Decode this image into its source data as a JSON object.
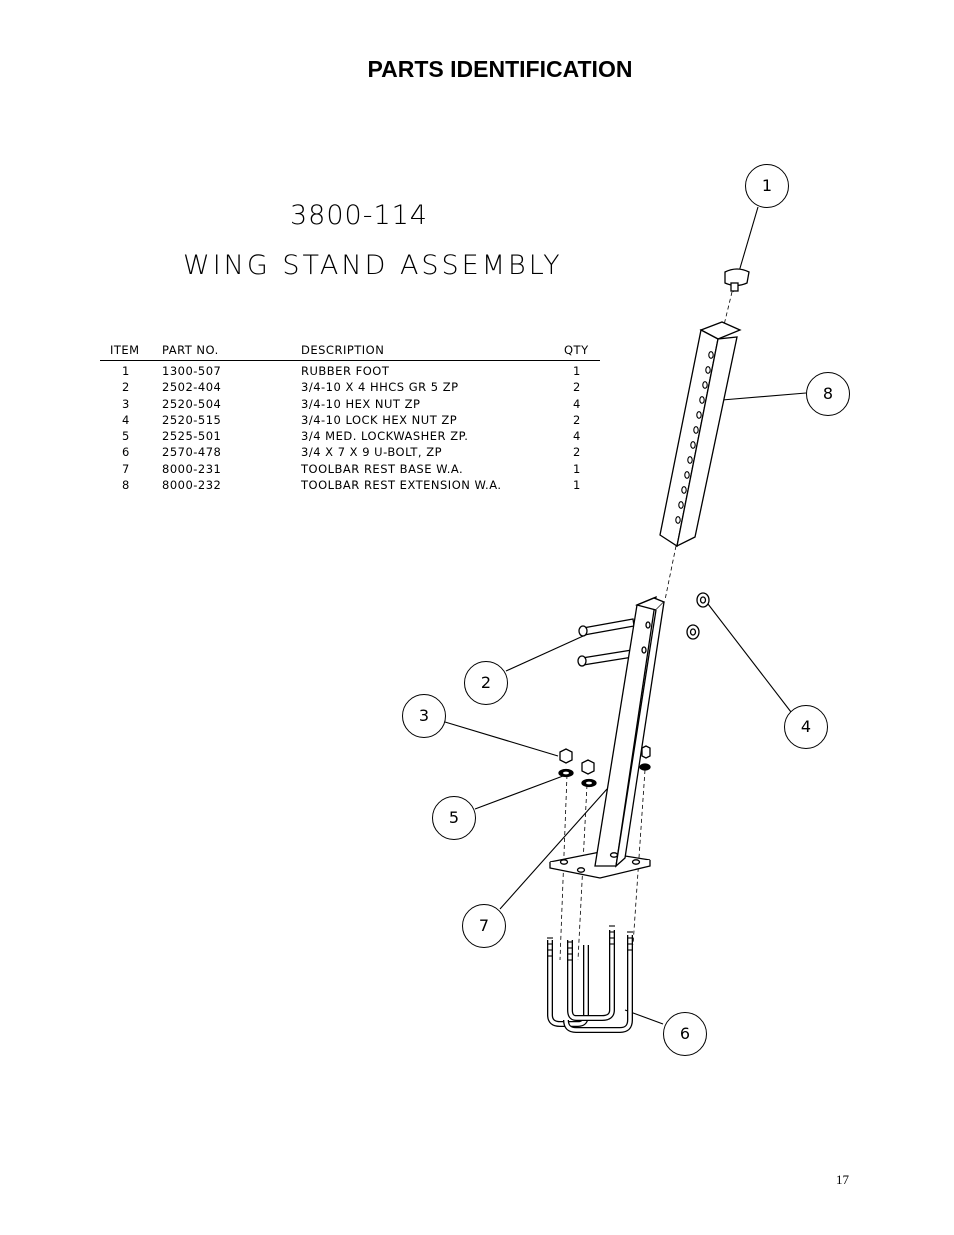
{
  "page": {
    "heading": "PARTS IDENTIFICATION",
    "page_number": "17"
  },
  "assembly": {
    "number": "3800-114",
    "name": "WING STAND ASSEMBLY"
  },
  "parts_table": {
    "headers": {
      "item": "ITEM",
      "part_no": "PART NO.",
      "description": "DESCRIPTION",
      "qty": "QTY"
    },
    "rows": [
      {
        "item": "1",
        "part_no": "1300-507",
        "description": "RUBBER FOOT",
        "qty": "1"
      },
      {
        "item": "2",
        "part_no": "2502-404",
        "description": "3/4-10 X 4 HHCS GR 5 ZP",
        "qty": "2"
      },
      {
        "item": "3",
        "part_no": "2520-504",
        "description": "3/4-10 HEX NUT ZP",
        "qty": "4"
      },
      {
        "item": "4",
        "part_no": "2520-515",
        "description": "3/4-10 LOCK HEX NUT ZP",
        "qty": "2"
      },
      {
        "item": "5",
        "part_no": "2525-501",
        "description": "3/4 MED. LOCKWASHER ZP.",
        "qty": "4"
      },
      {
        "item": "6",
        "part_no": "2570-478",
        "description": "3/4 X 7 X 9 U-BOLT, ZP",
        "qty": "2"
      },
      {
        "item": "7",
        "part_no": "8000-231",
        "description": "TOOLBAR REST BASE W.A.",
        "qty": "1"
      },
      {
        "item": "8",
        "part_no": "8000-232",
        "description": "TOOLBAR REST EXTENSION W.A.",
        "qty": "1"
      }
    ]
  },
  "callouts": [
    "1",
    "2",
    "3",
    "4",
    "5",
    "6",
    "7",
    "8"
  ]
}
